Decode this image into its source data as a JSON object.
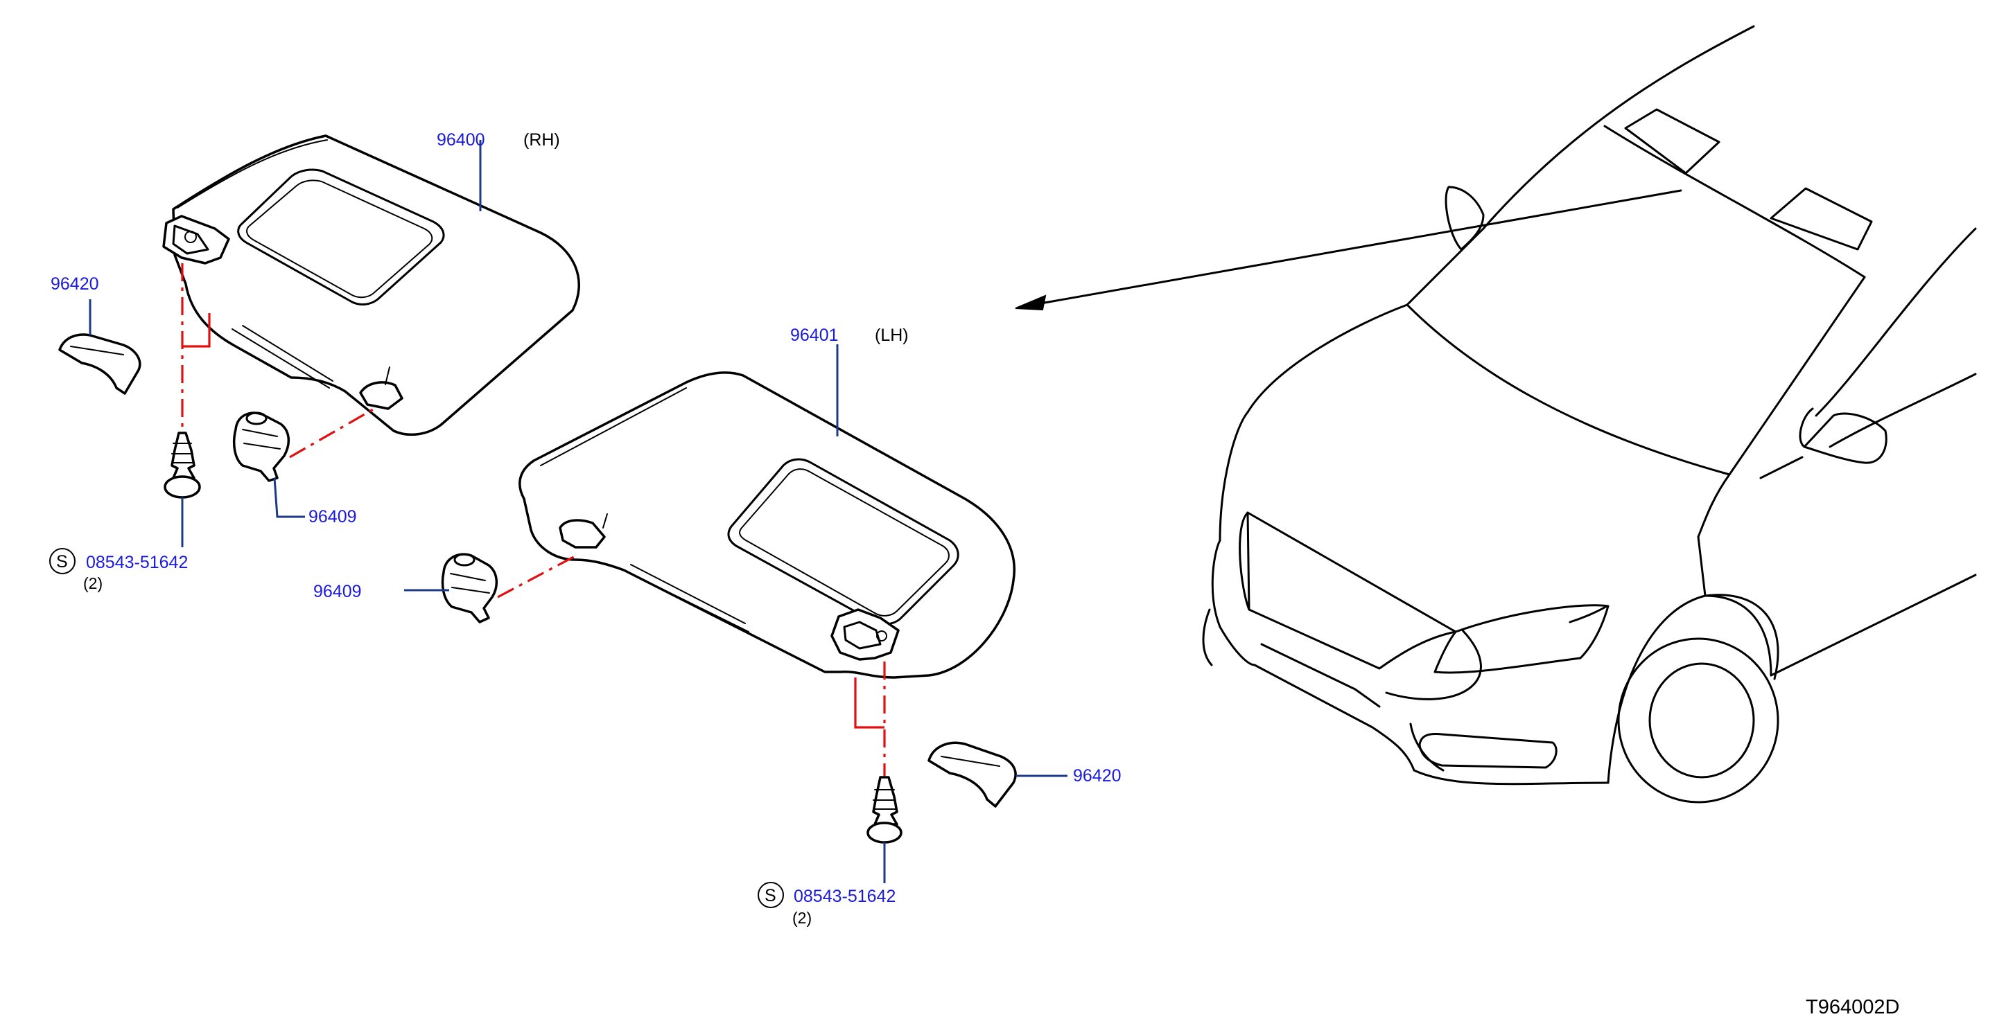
{
  "diagram": {
    "figure_code": "T964002D",
    "callouts": [
      {
        "id": "rh_visor",
        "part_number": "96400",
        "side": "(RH)"
      },
      {
        "id": "lh_visor",
        "part_number": "96401",
        "side": "(LH)"
      },
      {
        "id": "holder_left",
        "part_number": "96409"
      },
      {
        "id": "holder_center",
        "part_number": "96409"
      },
      {
        "id": "cover_left",
        "part_number": "96420"
      },
      {
        "id": "cover_right",
        "part_number": "96420"
      },
      {
        "id": "screw_left",
        "part_number": "08543-51642",
        "symbol": "S",
        "quantity": "(2)"
      },
      {
        "id": "screw_right",
        "part_number": "08543-51642",
        "symbol": "S",
        "quantity": "(2)"
      }
    ],
    "colors": {
      "part_number_text": "#1a1adc",
      "leader_line": "#1c3a8a",
      "assembly_line": "#e01010",
      "drawing": "#000000"
    }
  }
}
